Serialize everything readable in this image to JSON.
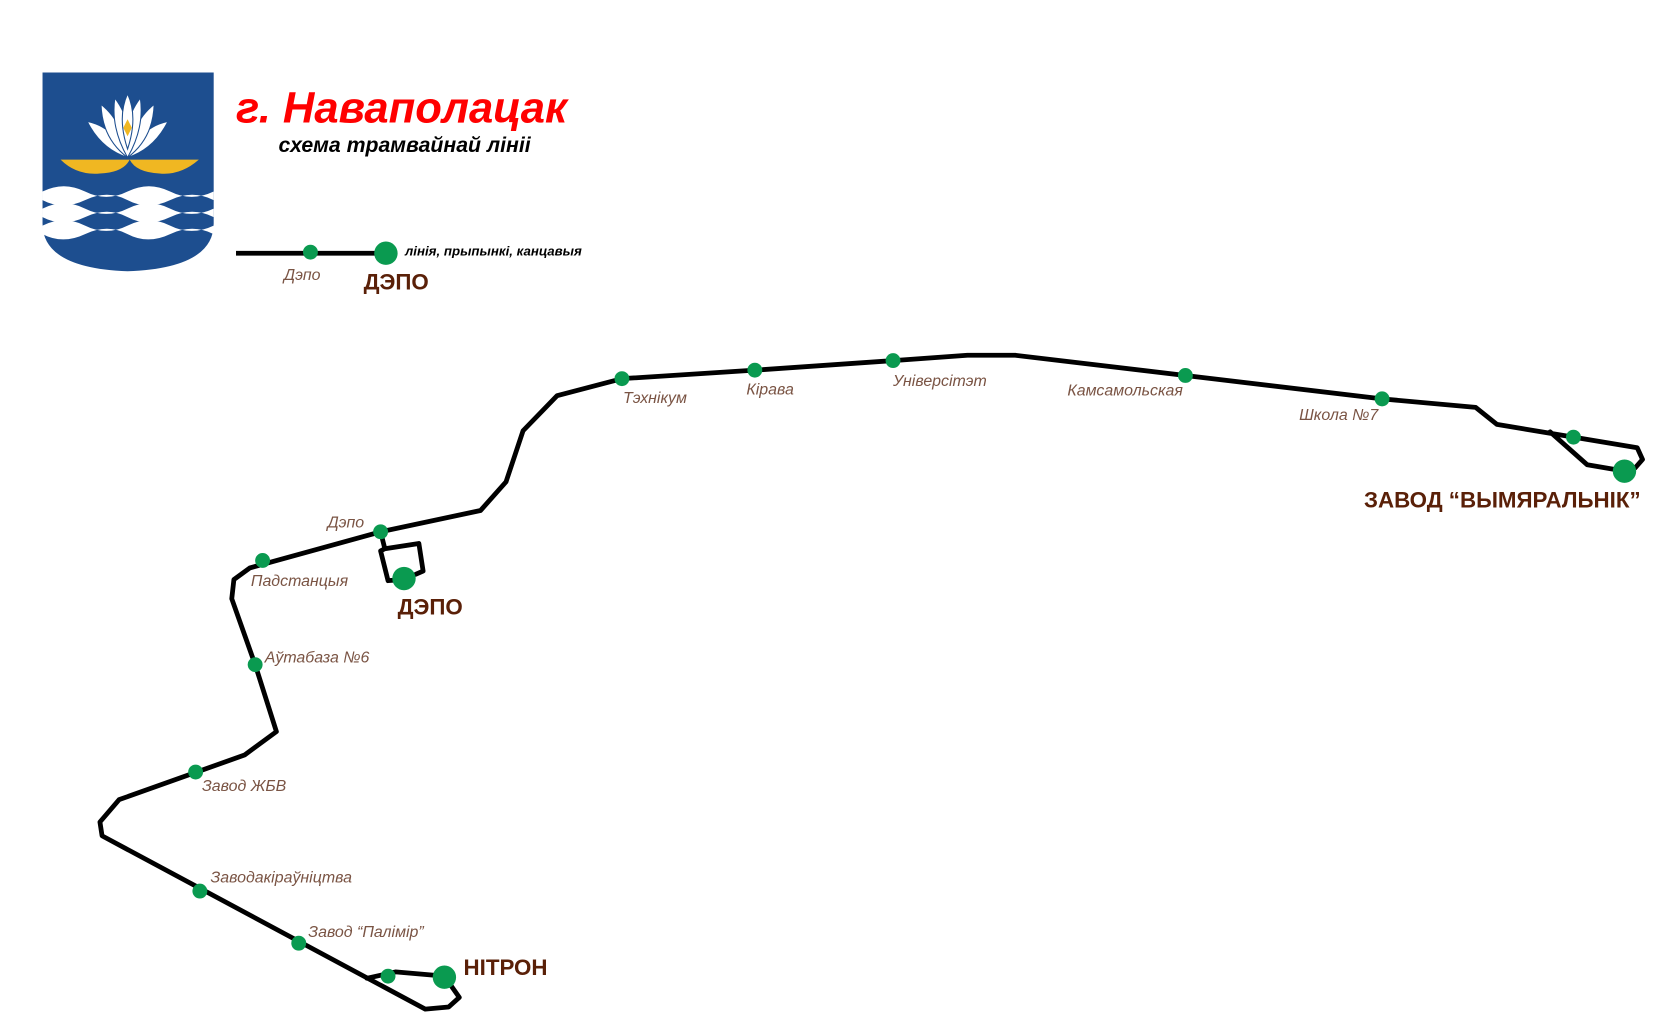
{
  "header": {
    "title": "г. Наваполацак",
    "subtitle": "схема трамвайнай лініі",
    "emblem": "coat-of-arms-novopolotsk"
  },
  "legend": {
    "description": "лінія, прыпынкі, канцавыя",
    "stop_example": "Дэпо",
    "terminal_example": "ДЭПО"
  },
  "colors": {
    "track": "#000000",
    "stop": "#0a9a50",
    "stop_label": "#7a5444",
    "terminal_label": "#5a2008",
    "title": "#ff0000"
  },
  "stops": [
    {
      "name": "Дэпо"
    },
    {
      "name": "Падстанцыя"
    },
    {
      "name": "Аўтабаза №6"
    },
    {
      "name": "Завод ЖБВ"
    },
    {
      "name": "Заводакіраўніцтва"
    },
    {
      "name": "Завод “Палімір”"
    },
    {
      "name": "Тэхнікум"
    },
    {
      "name": "Кірава"
    },
    {
      "name": "Універсітэт"
    },
    {
      "name": "Камсамольская"
    },
    {
      "name": "Школа №7"
    }
  ],
  "terminals": [
    {
      "name": "ДЭПО"
    },
    {
      "name": "НІТРОН"
    },
    {
      "name": "ЗАВОД “ВЫМЯРАЛЬНІК”"
    }
  ]
}
